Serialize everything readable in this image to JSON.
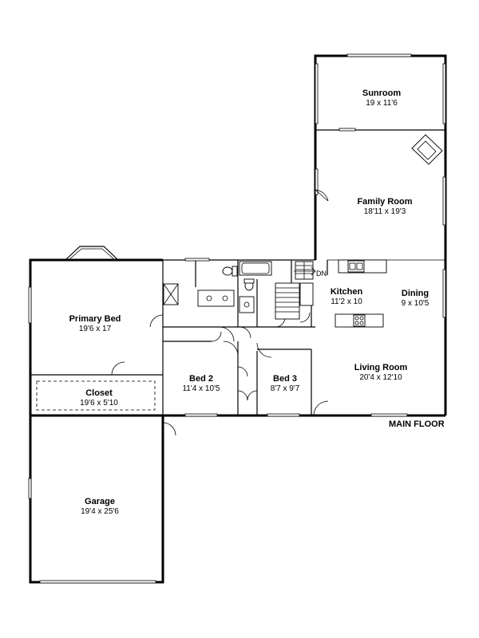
{
  "floor_label": "MAIN FLOOR",
  "stair_label": "DN",
  "rooms": [
    {
      "key": "sunroom",
      "name": "Sunroom",
      "dims": "19 x 11'6"
    },
    {
      "key": "family_room",
      "name": "Family Room",
      "dims": "18'11 x 19'3"
    },
    {
      "key": "kitchen",
      "name": "Kitchen",
      "dims": "11'2 x 10"
    },
    {
      "key": "dining",
      "name": "Dining",
      "dims": "9 x 10'5"
    },
    {
      "key": "primary_bed",
      "name": "Primary Bed",
      "dims": "19'6 x 17"
    },
    {
      "key": "closet",
      "name": "Closet",
      "dims": "19'6 x 5'10"
    },
    {
      "key": "bed_2",
      "name": "Bed 2",
      "dims": "11'4 x 10'5"
    },
    {
      "key": "bed_3",
      "name": "Bed 3",
      "dims": "8'7 x 9'7"
    },
    {
      "key": "living_room",
      "name": "Living Room",
      "dims": "20'4 x 12'10"
    },
    {
      "key": "garage",
      "name": "Garage",
      "dims": "19'4 x 25'6"
    }
  ]
}
